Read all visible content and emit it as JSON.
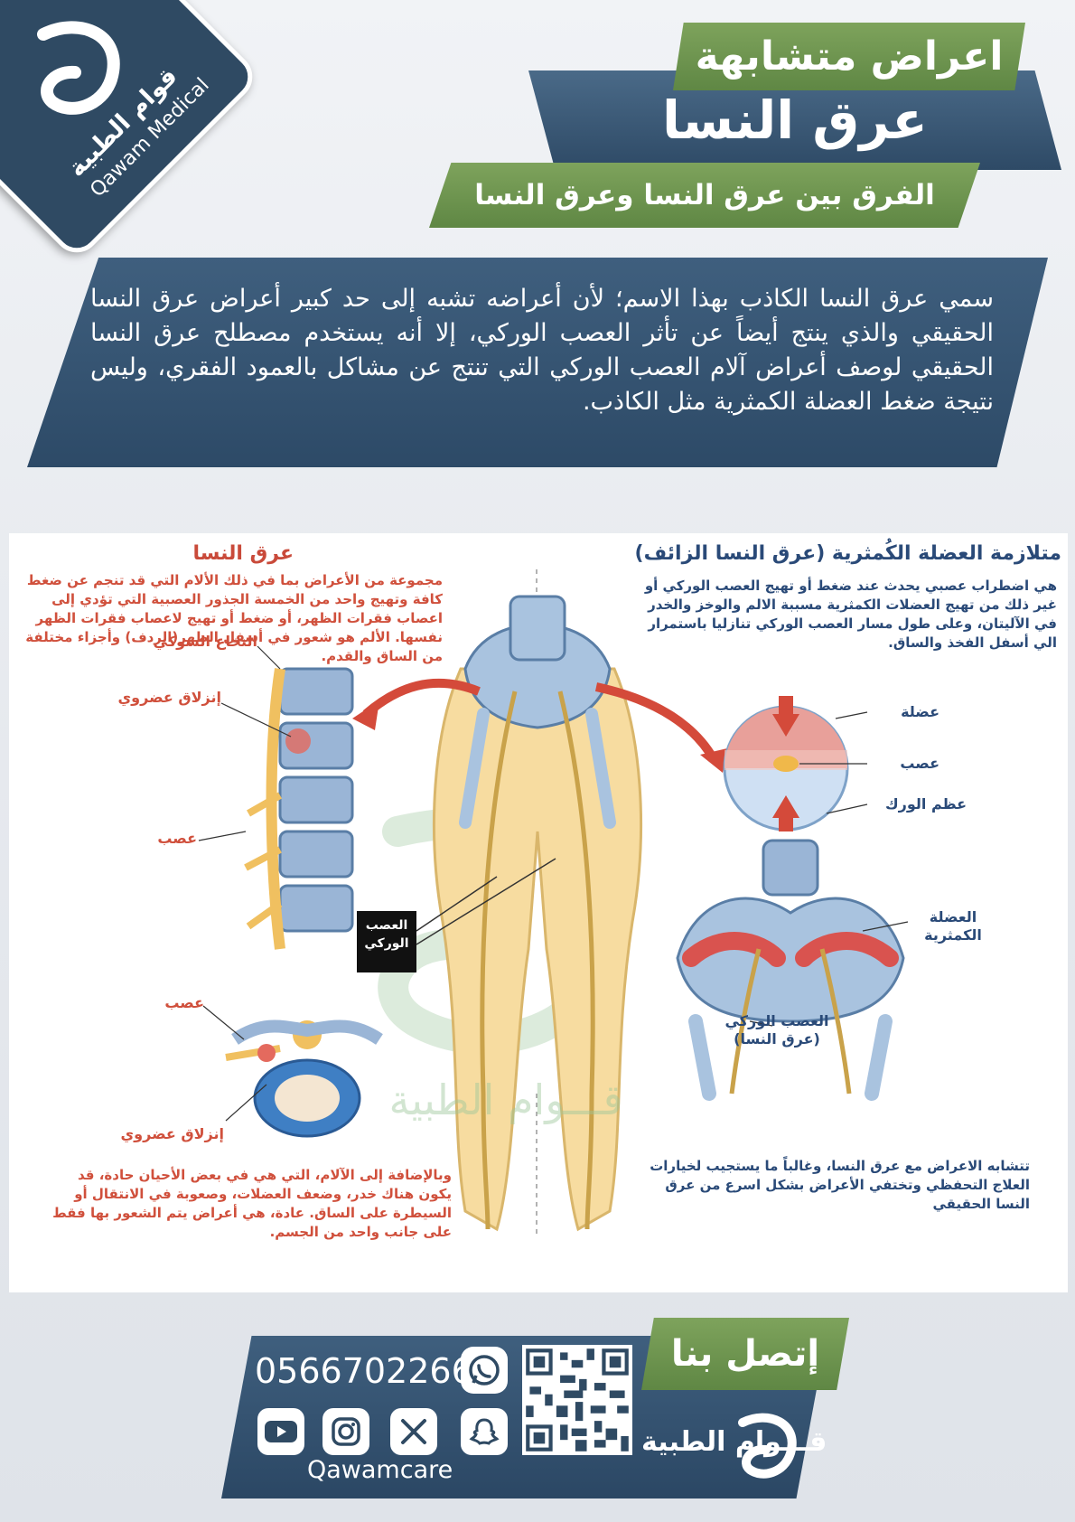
{
  "brand": {
    "name_ar": "قوام الطبية",
    "name_en": "Qawam Medical",
    "colors": {
      "navy": "#2f4a63",
      "green": "#6b9150",
      "red": "#c94a3a",
      "white": "#ffffff"
    }
  },
  "header": {
    "series_label": "اعراض متشابهة",
    "title": "عرق النسا",
    "subtitle": "الفرق بين عرق النسا وعرق النسا الزائف"
  },
  "description": "سمي عرق النسا الكاذب بهذا الاسم؛ لأن أعراضه تشبه إلى حد كبير أعراض عرق النسا الحقيقي والذي ينتج أيضاً عن تأثر العصب الوركي، إلا أنه يستخدم مصطلح عرق النسا الحقيقي لوصف أعراض آلام العصب الوركي التي تنتج عن مشاكل بالعمود الفقري، وليس نتيجة ضغط العضلة الكمثرية مثل الكاذب.",
  "illustration": {
    "left": {
      "title": "عرق النسا",
      "definition": "مجموعة من الأعراض بما في ذلك الألام التي قد تنجم عن ضغط كافة وتهيج واحد من الخمسة الجذور العصبية التي تؤدي إلى اعصاب فقرات الظهر، أو ضغط أو تهيج لاعصاب فقرات الظهر نفسها. الألم هو شعور في أسفل الظهر(الردف) وأجزاء مختلفة من الساق والقدم.",
      "labels": {
        "spinal_cord": "النخاع الشوكي",
        "disc_herniation": "إنزلاق عضروي",
        "nerve": "عصب",
        "nerve_2": "عصب",
        "disc_herniation_2": "إنزلاق عضروي"
      },
      "additional": "وبالإضافة إلى الآلام، التي هي في بعض الأحيان حادة، قد يكون هناك خدر، وضعف العضلات، وصعوبة في الانتقال أو السيطرة على الساق. عادة، هي أعراض يتم الشعور بها فقط على جانب واحد من الجسم."
    },
    "center": {
      "sciatic_nerve_label": "العصب الوركي"
    },
    "right": {
      "title": "متلازمة العضلة الكُمثرية (عرق النسا الزائف)",
      "definition": "هي اضطراب عصبي يحدث عند ضغط أو تهيج العصب الوركي أو غير ذلك من تهيج العضلات الكمثرية مسببة الالم والوخز والخدر في الآليتان، وعلى طول مسار العصب الوركي تنازليا باستمرار الي أسفل الفخذ والساق.",
      "labels": {
        "muscle": "عضلة",
        "nerve": "عصب",
        "hip_bone": "عظم الورك",
        "piriformis": "العضلة الكمثرية",
        "sciatic_nerve": "العصب الوركي (عرق النسا)"
      },
      "conclusion": "تتشابه الاعراض مع عرق النسا، وغالباً ما يستجيب لخيارات العلاج التحفظي وتختفي الأعراض بشكل اسرع من عرق النسا الحقيقي"
    },
    "watermark": "قـــوام الطبية"
  },
  "contact": {
    "label": "إتصل بنا",
    "phone": "0566702266",
    "handle": "Qawamcare",
    "logo_text": "قـــوام الطبية",
    "icons": [
      "whatsapp-icon",
      "snapchat-icon",
      "x-icon",
      "instagram-icon",
      "youtube-icon",
      "qr-code"
    ]
  }
}
